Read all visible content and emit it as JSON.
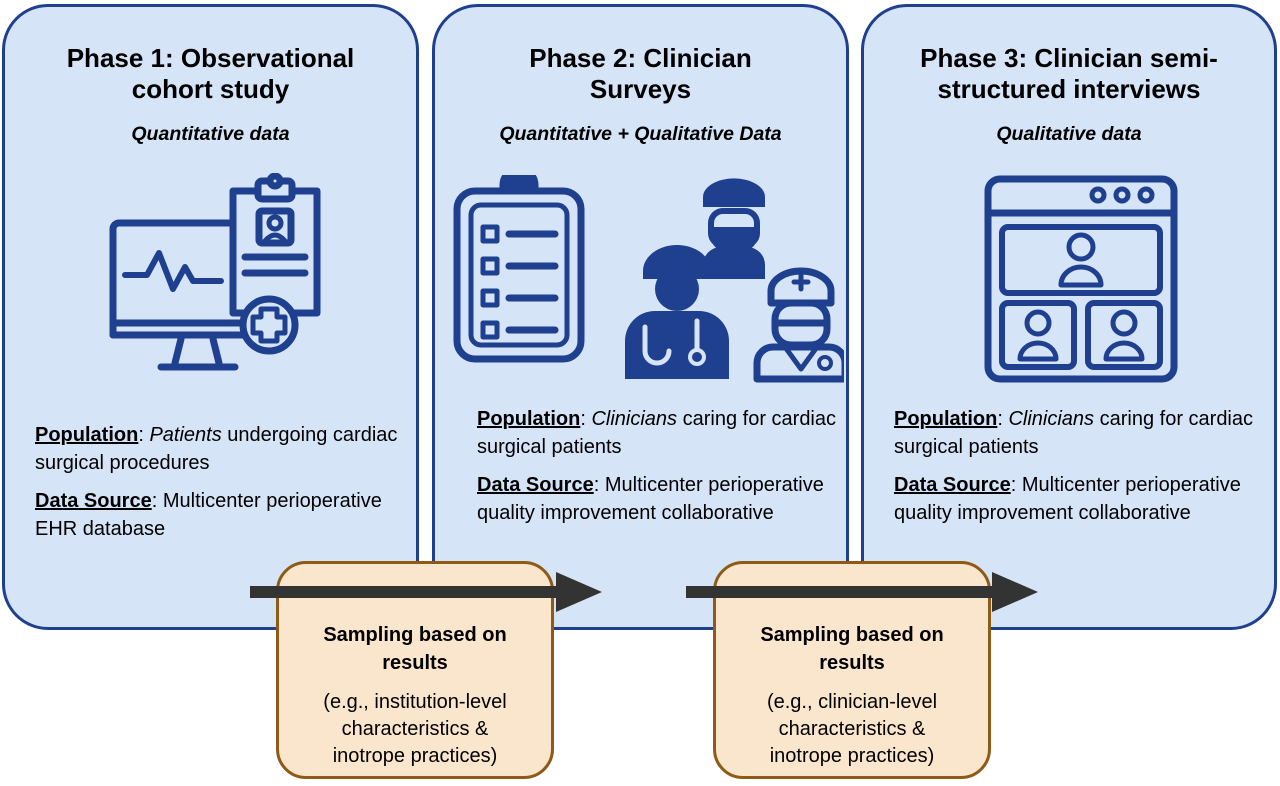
{
  "colors": {
    "phase_fill": "#d6e4f7",
    "phase_border": "#1f3f8f",
    "icon_blue": "#1f3f8f",
    "sample_fill": "#fae5cd",
    "sample_border": "#8e5a16",
    "arrow": "#333333"
  },
  "phases": [
    {
      "title": "Phase 1: Observational\ncohort study",
      "subtitle": "Quantitative data",
      "icon": "monitor-medical-record-icon",
      "population_label": "Population",
      "population_sep": ": ",
      "population_italic": "Patients",
      "population_text": " undergoing cardiac surgical procedures",
      "source_label": "Data Source",
      "source_sep": ": ",
      "source_text": "Multicenter perioperative EHR database"
    },
    {
      "title": "Phase 2: Clinician\nSurveys",
      "subtitle": "Quantitative + Qualitative Data",
      "icon": "clipboard-clinicians-icon",
      "population_label": "Population",
      "population_sep": ": ",
      "population_italic": "Clinicians",
      "population_text": " caring for cardiac surgical patients",
      "source_label": "Data Source",
      "source_sep": ": ",
      "source_text": "Multicenter perioperative quality improvement collaborative"
    },
    {
      "title": "Phase 3: Clinician semi-\nstructured interviews",
      "subtitle": "Qualitative data",
      "icon": "video-call-window-icon",
      "population_label": "Population",
      "population_sep": ": ",
      "population_italic": "Clinicians",
      "population_text": " caring for cardiac surgical patients",
      "source_label": "Data Source",
      "source_sep": ": ",
      "source_text": "Multicenter perioperative quality improvement collaborative"
    }
  ],
  "sampling": [
    {
      "heading": "Sampling based on\nresults",
      "detail": "(e.g., institution-level\ncharacteristics &\ninotrope practices)"
    },
    {
      "heading": "Sampling based on\nresults",
      "detail": "(e.g., clinician-level\ncharacteristics &\ninotrope practices)"
    }
  ]
}
